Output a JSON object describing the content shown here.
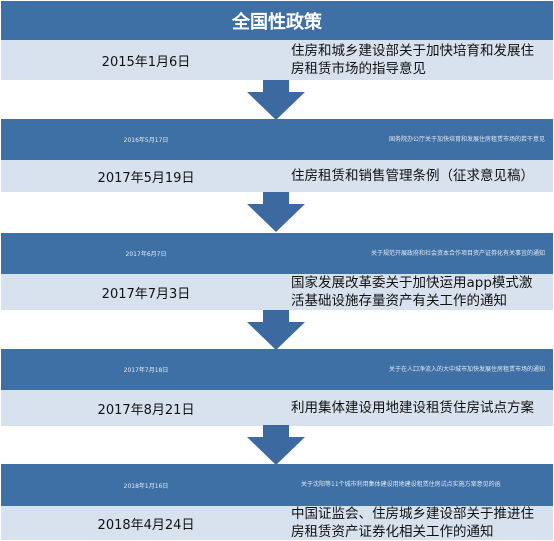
{
  "title": "全国性政策",
  "colors": {
    "band_blue": "#3e6fa5",
    "band_light": "#d8e2ee",
    "arrow": "#3c6aa0"
  },
  "steps": [
    {
      "date": "2015年1月6日",
      "text": "住房和城乡建设部关于加快培育和发展住房租赁市场的指导意见",
      "style": "light"
    },
    {
      "date": "2016年5月17日",
      "text": "国务院办公厅关于加快培育和发展住房租赁市场的若干意见",
      "style": "blue"
    },
    {
      "date": "2017年5月19日",
      "text": "住房租赁和销售管理条例（征求意见稿）",
      "style": "light"
    },
    {
      "date": "2017年6月7日",
      "text": "关于规范开展政府和社会资本合作项目资产证券化有关事宜的通知",
      "style": "blue"
    },
    {
      "date": "2017年7月3日",
      "text": "国家发展改革委关于加快运用app模式激活基础设施存量资产有关工作的通知",
      "style": "light"
    },
    {
      "date": "2017年7月18日",
      "text": "关于在人口净流入的大中城市加快发展住房租赁市场的通知",
      "style": "blue"
    },
    {
      "date": "2017年8月21日",
      "text": "利用集体建设用地建设租赁住房试点方案",
      "style": "light"
    },
    {
      "date": "2018年1月16日",
      "text": "关于沈阳等11个城市利用集体建设用地建设租赁住房试点实施方案意见的函",
      "style": "blue"
    },
    {
      "date": "2018年4月24日",
      "text": "中国证监会、住房城乡建设部关于推进住房租赁资产证券化相关工作的通知",
      "style": "light"
    }
  ]
}
